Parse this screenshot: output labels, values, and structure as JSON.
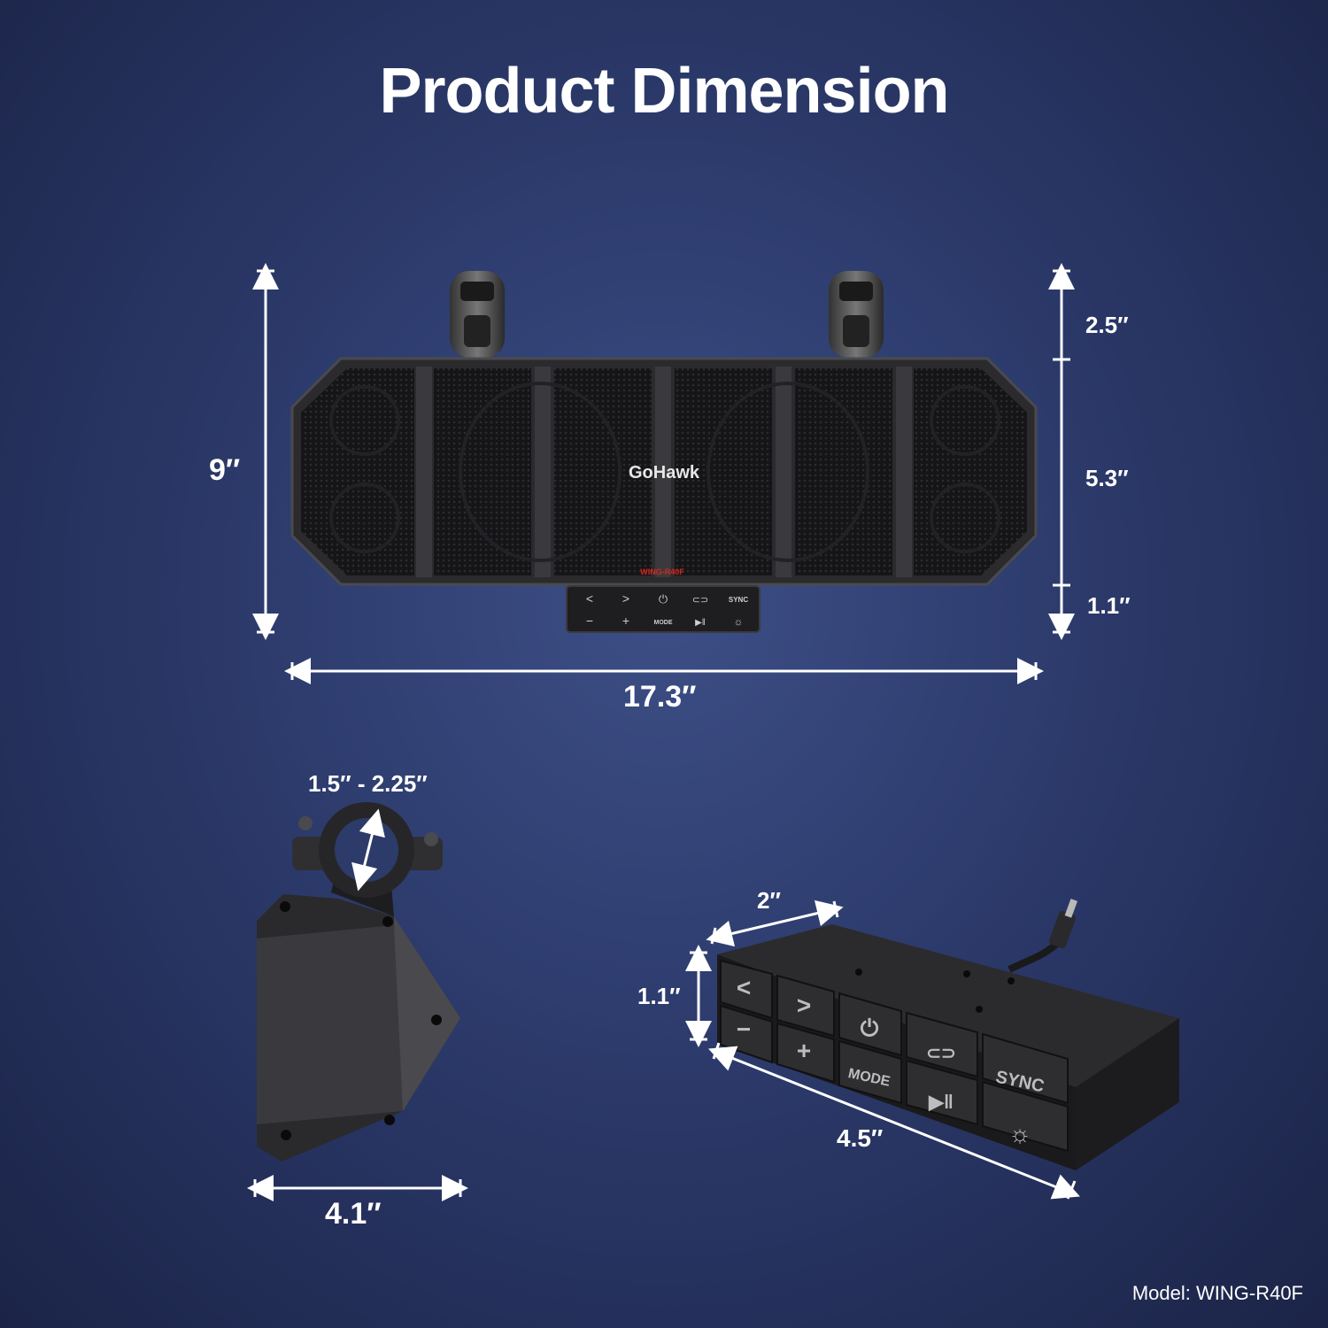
{
  "title": "Product Dimension",
  "speaker": {
    "brand": "GoHawk",
    "badge": "WING-R40F",
    "height_total": "9″",
    "height_clamp": "2.5″",
    "height_body": "5.3″",
    "height_controller": "1.1″",
    "width": "17.3″",
    "controller_buttons_top": [
      "<",
      ">",
      "⏻",
      "⊂⊃",
      "SYNC"
    ],
    "controller_buttons_bottom": [
      "−",
      "+",
      "MODE",
      "▶‖",
      "☼"
    ]
  },
  "clamp": {
    "diameter": "1.5″ - 2.25″",
    "width": "4.1″"
  },
  "controller": {
    "depth": "2″",
    "height": "1.1″",
    "length": "4.5″",
    "buttons_top": [
      "<",
      ">",
      "⏻",
      "⊂⊃",
      "SYNC"
    ],
    "buttons_bottom": [
      "−",
      "+",
      "MODE",
      "▶‖",
      "☼"
    ]
  },
  "model_label": "Model: WING-R40F",
  "colors": {
    "background": "#2c3a6b",
    "product": "#1c1c1e",
    "accent_red": "#d8261f"
  }
}
